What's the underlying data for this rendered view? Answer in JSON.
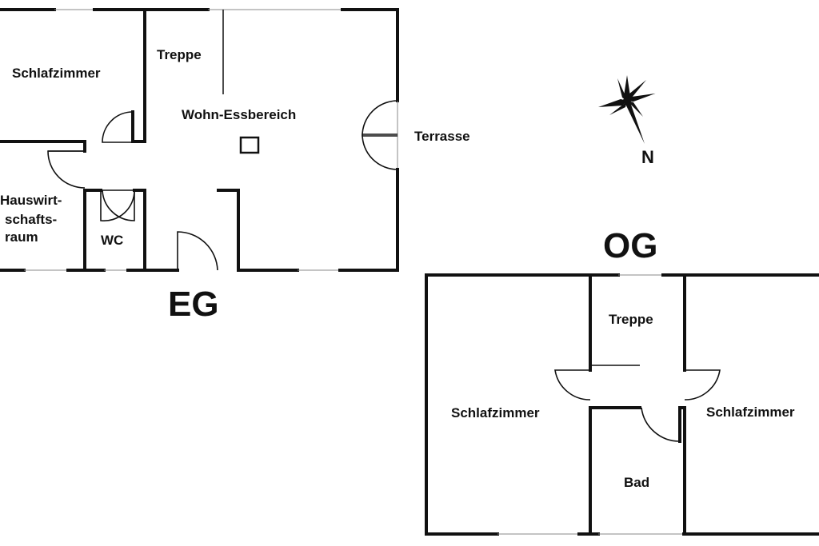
{
  "floors": {
    "eg": {
      "label": "EG",
      "rooms": {
        "schlafzimmer": "Schlafzimmer",
        "treppe": "Treppe",
        "wohn_essbereich": "Wohn-Essbereich",
        "terrasse": "Terrasse",
        "hauswirtschaftsraum_line1": "Hauswirt-",
        "hauswirtschaftsraum_line2": "schafts-",
        "hauswirtschaftsraum_line3": "raum",
        "wc": "WC"
      }
    },
    "og": {
      "label": "OG",
      "rooms": {
        "treppe": "Treppe",
        "schlafzimmer_left": "Schlafzimmer",
        "schlafzimmer_right": "Schlafzimmer",
        "bad": "Bad"
      }
    }
  },
  "compass": {
    "label": "N",
    "icon": "north-arrow-icon"
  }
}
